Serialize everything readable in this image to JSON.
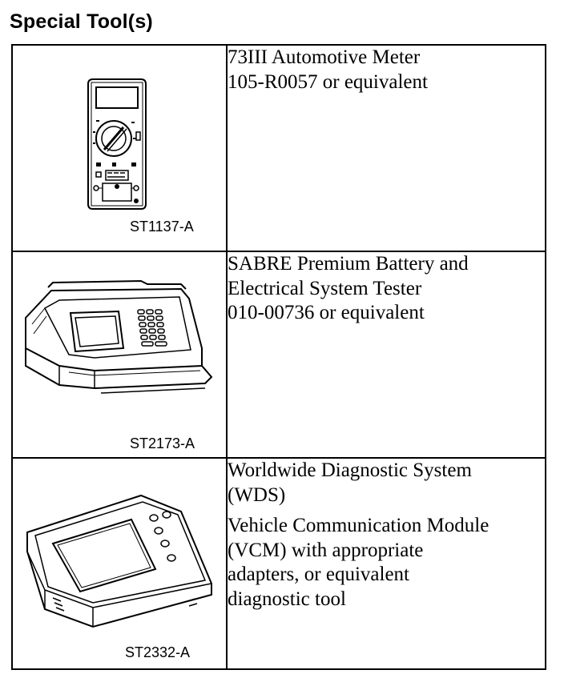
{
  "page": {
    "title": "Special Tool(s)"
  },
  "tools": [
    {
      "id": "ST1137-A",
      "icon": "multimeter-icon",
      "lines": [
        "73III Automotive Meter",
        "105-R0057 or equivalent"
      ]
    },
    {
      "id": "ST2173-A",
      "icon": "battery-tester-icon",
      "lines": [
        "SABRE Premium Battery and",
        "Electrical System Tester",
        "010-00736 or equivalent"
      ]
    },
    {
      "id": "ST2332-A",
      "icon": "diagnostic-tool-icon",
      "para1": [
        "Worldwide Diagnostic System",
        "(WDS)"
      ],
      "para2": [
        "Vehicle Communication Module",
        "(VCM) with appropriate",
        "adapters, or equivalent",
        "diagnostic tool"
      ]
    }
  ]
}
